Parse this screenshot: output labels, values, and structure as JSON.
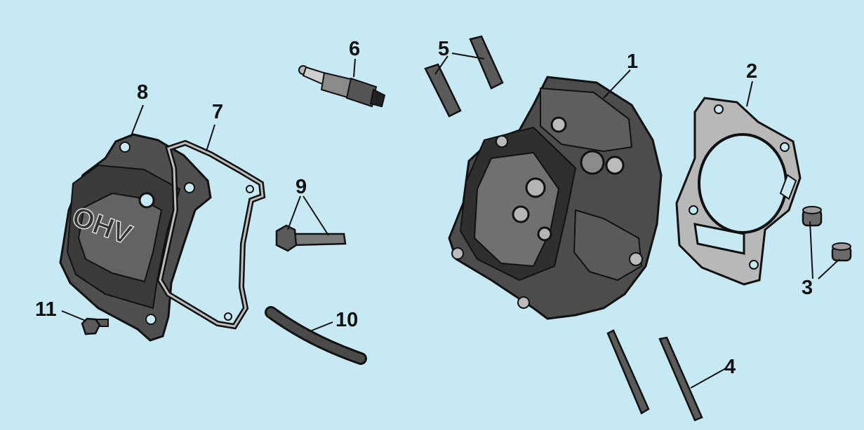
{
  "diagram": {
    "background_color": "#c6e9f4",
    "part_fill": "#5a5a5a",
    "part_dark": "#2e2e2e",
    "part_light": "#bcbcbc",
    "outline": "#111111",
    "callouts": [
      {
        "id": "1",
        "label": "1"
      },
      {
        "id": "2",
        "label": "2"
      },
      {
        "id": "3",
        "label": "3"
      },
      {
        "id": "4",
        "label": "4"
      },
      {
        "id": "5",
        "label": "5"
      },
      {
        "id": "6",
        "label": "6"
      },
      {
        "id": "7",
        "label": "7"
      },
      {
        "id": "8",
        "label": "8"
      },
      {
        "id": "9",
        "label": "9"
      },
      {
        "id": "10",
        "label": "10"
      },
      {
        "id": "11",
        "label": "11"
      }
    ],
    "cover_text": "OHV"
  }
}
